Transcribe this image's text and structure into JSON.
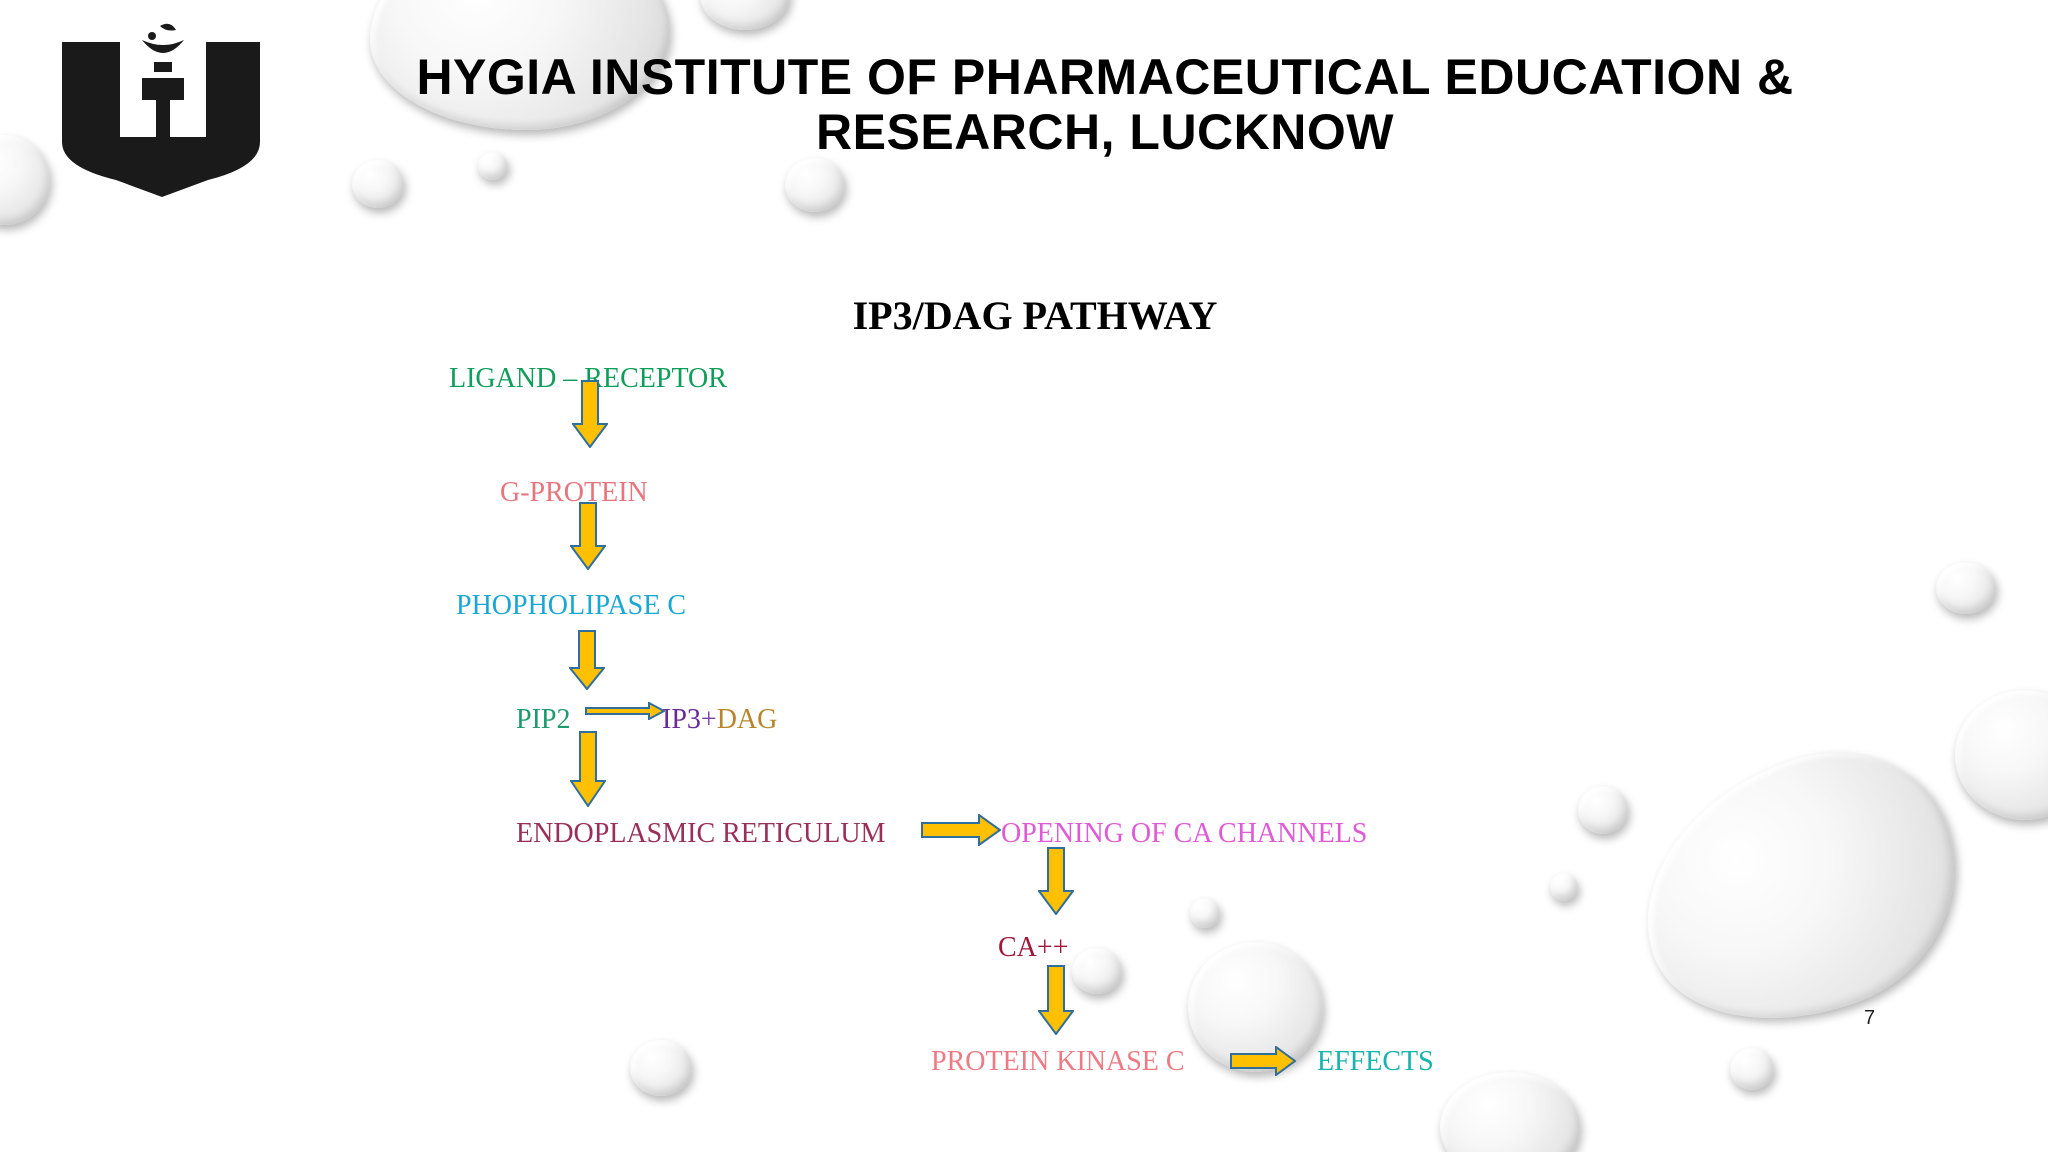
{
  "header": {
    "title_line1": "HYGIA INSTITUTE OF PHARMACEUTICAL EDUCATION &",
    "title_line2": "RESEARCH, LUCKNOW"
  },
  "slide": {
    "subtitle": "IP3/DAG PATHWAY",
    "page_number": "7"
  },
  "pathway": {
    "ligand_receptor": "LIGAND – RECEPTOR",
    "g_protein": "G-PROTEIN",
    "phospholipase": "PHOPHOLIPASE C",
    "pip2": "PIP2",
    "ip3": "IP3",
    "plus": "+",
    "dag": "DAG",
    "er": "ENDOPLASMIC RETICULUM",
    "ca_channels": "OPENING OF CA CHANNELS",
    "ca": "CA++",
    "pkc": "PROTEIN KINASE C",
    "effects": "EFFECTS"
  },
  "colors": {
    "ligand_receptor": "#0f9e5a",
    "g_protein": "#e8757c",
    "phospholipase": "#1aa7d6",
    "pip2": "#1f9a6e",
    "ip3": "#6a2a9a",
    "plus": "#7a3fa0",
    "dag": "#b8862a",
    "er": "#9a2f5a",
    "ca_channels": "#e05ad8",
    "ca": "#a0183a",
    "pkc": "#ee7a83",
    "effects": "#17b3ae",
    "arrow_fill": "#ffc000",
    "arrow_stroke": "#2f6f9e",
    "logo": "#1a1a1a"
  },
  "icons": {
    "logo": "hygia-shield-logo-icon",
    "arrow_down": "arrow-down-icon",
    "arrow_right": "arrow-right-icon"
  }
}
